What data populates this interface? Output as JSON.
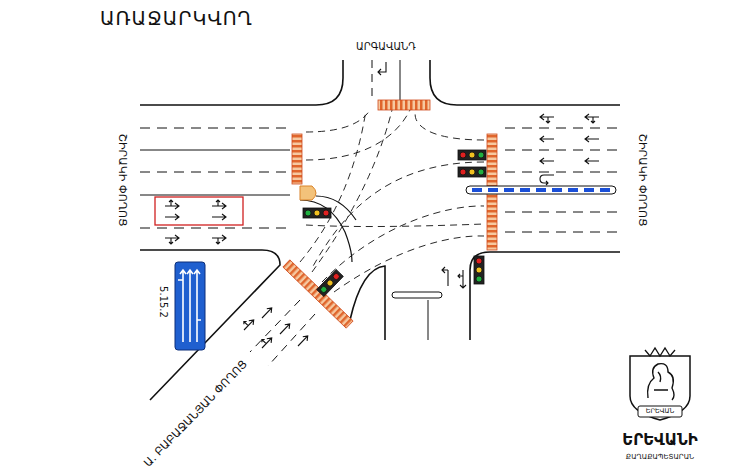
{
  "diagram": {
    "title": "ԱՌԱՋԱՐԿՎՈՂ",
    "labels": [
      "ԱՐԳԱՎԱՆԴ",
      "ՇԻՐԱԿԻ ՓՈՂՈՑ",
      "ՇԻՐԱԿԻ ՓՈՂՈՑ",
      "5.15.2",
      "Ա. ԲԱԲԱՋԱՆՅԱՆ ՓՈՂՈՑ",
      "ԵՐԵՎԱՆ",
      "ԵՐԵՎԱՆԻ",
      "ՔԱՂԱՔԱՊԵՏԱՐԱՆ"
    ]
  }
}
